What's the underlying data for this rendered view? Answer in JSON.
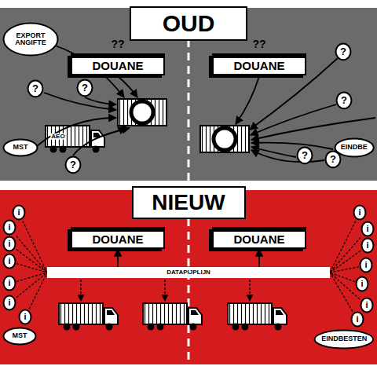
{
  "diagram": {
    "nodes": [
      {
        "text": [
          "OUD"
        ]
      },
      {
        "text": [
          "EXPORT ANGIFTE"
        ]
      },
      {
        "text": [
          "DOUANE"
        ]
      },
      {
        "text": [
          "DOUANE"
        ]
      },
      {
        "text": [
          "?"
        ]
      },
      {
        "text": [
          "?"
        ]
      },
      {
        "text": [
          "?"
        ]
      },
      {
        "text": [
          "?"
        ]
      },
      {
        "text": [
          "?"
        ]
      },
      {
        "text": [
          "?"
        ]
      },
      {
        "text": [
          "?"
        ]
      },
      {
        "text": [
          "MST"
        ]
      },
      {
        "text": [
          "EINDBE"
        ]
      },
      {
        "text": [
          "NIEUW"
        ]
      },
      {
        "text": [
          "DOUANE"
        ]
      },
      {
        "text": [
          "DOUANE"
        ]
      },
      {
        "text": [
          "DATAPIJPLIJN"
        ]
      },
      {
        "text": [
          "i"
        ]
      },
      {
        "text": [
          "i"
        ]
      },
      {
        "text": [
          "i"
        ]
      },
      {
        "text": [
          "i"
        ]
      },
      {
        "text": [
          "i"
        ]
      },
      {
        "text": [
          "i"
        ]
      },
      {
        "text": [
          "i"
        ]
      },
      {
        "text": [
          "i"
        ]
      },
      {
        "text": [
          "i"
        ]
      },
      {
        "text": [
          "i"
        ]
      },
      {
        "text": [
          "i"
        ]
      },
      {
        "text": [
          "i"
        ]
      },
      {
        "text": [
          "i"
        ]
      },
      {
        "text": [
          "i"
        ]
      },
      {
        "text": [
          "MST"
        ]
      },
      {
        "text": [
          "EINDBESTEN"
        ]
      }
    ],
    "edges": [
      {
        "from": 16,
        "to": 14,
        "arrow": "to"
      },
      {
        "from": 16,
        "to": 15,
        "arrow": "to"
      },
      {
        "from": 17,
        "to": 16,
        "arrow": "none"
      },
      {
        "from": 18,
        "to": 16,
        "arrow": "none"
      },
      {
        "from": 19,
        "to": 16,
        "arrow": "none"
      },
      {
        "from": 20,
        "to": 16,
        "arrow": "none"
      },
      {
        "from": 21,
        "to": 16,
        "arrow": "none"
      },
      {
        "from": 22,
        "to": 16,
        "arrow": "none"
      },
      {
        "from": 23,
        "to": 16,
        "arrow": "none"
      },
      {
        "from": 24,
        "to": 16,
        "arrow": "none"
      },
      {
        "from": 25,
        "to": 16,
        "arrow": "none"
      },
      {
        "from": 26,
        "to": 16,
        "arrow": "none"
      },
      {
        "from": 27,
        "to": 16,
        "arrow": "none"
      },
      {
        "from": 28,
        "to": 16,
        "arrow": "none"
      },
      {
        "from": 29,
        "to": 16,
        "arrow": "none"
      },
      {
        "from": 30,
        "to": 16,
        "arrow": "none"
      }
    ],
    "labels": [
      "??",
      "??",
      "AEO"
    ]
  }
}
